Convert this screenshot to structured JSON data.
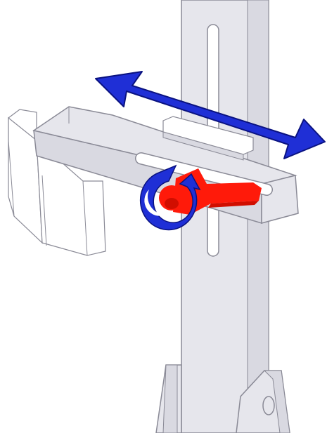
{
  "diagram": {
    "kind": "mechanical-assembly-illustration",
    "colors": {
      "frame_fill": "#e6e6ec",
      "frame_shade": "#d9d9e1",
      "frame_stroke": "#8a8a96",
      "arrow_fill": "#1f2fd6",
      "arrow_stroke": "#0a1280",
      "lever_fill": "#ff1a0a",
      "lever_shade": "#d10e00",
      "background": "#ffffff"
    },
    "parts": [
      {
        "id": "vertical-post",
        "icon": "post-shape"
      },
      {
        "id": "horizontal-arm",
        "icon": "arm-shape"
      },
      {
        "id": "end-pad",
        "icon": "pad-shape"
      },
      {
        "id": "slider-block",
        "icon": "block-shape"
      },
      {
        "id": "clamp-lever",
        "icon": "lever-shape"
      },
      {
        "id": "base-brackets",
        "icon": "bracket-shape"
      }
    ],
    "indicators": [
      {
        "id": "slide-direction",
        "icon": "double-arrow-icon"
      },
      {
        "id": "rotate-direction",
        "icon": "rotate-arrow-icon"
      }
    ]
  }
}
